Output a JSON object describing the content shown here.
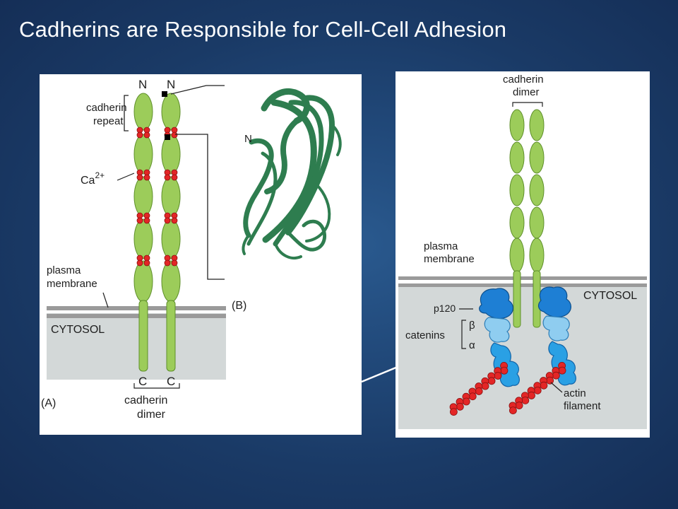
{
  "slide": {
    "title": "Cadherins are Responsible for Cell-Cell Adhesion"
  },
  "left_figure": {
    "n_labels": [
      "N",
      "N"
    ],
    "cadherin_repeat": [
      "cadherin",
      "repeat"
    ],
    "calcium_label": "Ca",
    "calcium_superscript": "2+",
    "plasma_membrane": [
      "plasma",
      "membrane"
    ],
    "cytosol": "CYTOSOL",
    "c_labels": [
      "C",
      "C"
    ],
    "cadherin_dimer": [
      "cadherin",
      "dimer"
    ],
    "panel_a": "(A)",
    "panel_b": "(B)",
    "ribbon_n": "N"
  },
  "right_figure": {
    "cadherin_dimer": [
      "cadherin",
      "dimer"
    ],
    "plasma_membrane": [
      "plasma",
      "membrane"
    ],
    "cytosol": "CYTOSOL",
    "p120": "p120",
    "catenins": "catenins",
    "beta": "β",
    "alpha": "α",
    "actin_filament": [
      "actin",
      "filament"
    ]
  },
  "colors": {
    "cadherin_green": "#9ccc5a",
    "calcium_red": "#e32626",
    "membrane_gray": "#9a9a9a",
    "cytosol_gray": "#d3d8d8",
    "p120_blue": "#1e7fd4",
    "beta_catenin_blue": "#8fcdf0",
    "alpha_catenin_blue": "#2aa0e4",
    "ribbon_green": "#2e7d4f"
  }
}
